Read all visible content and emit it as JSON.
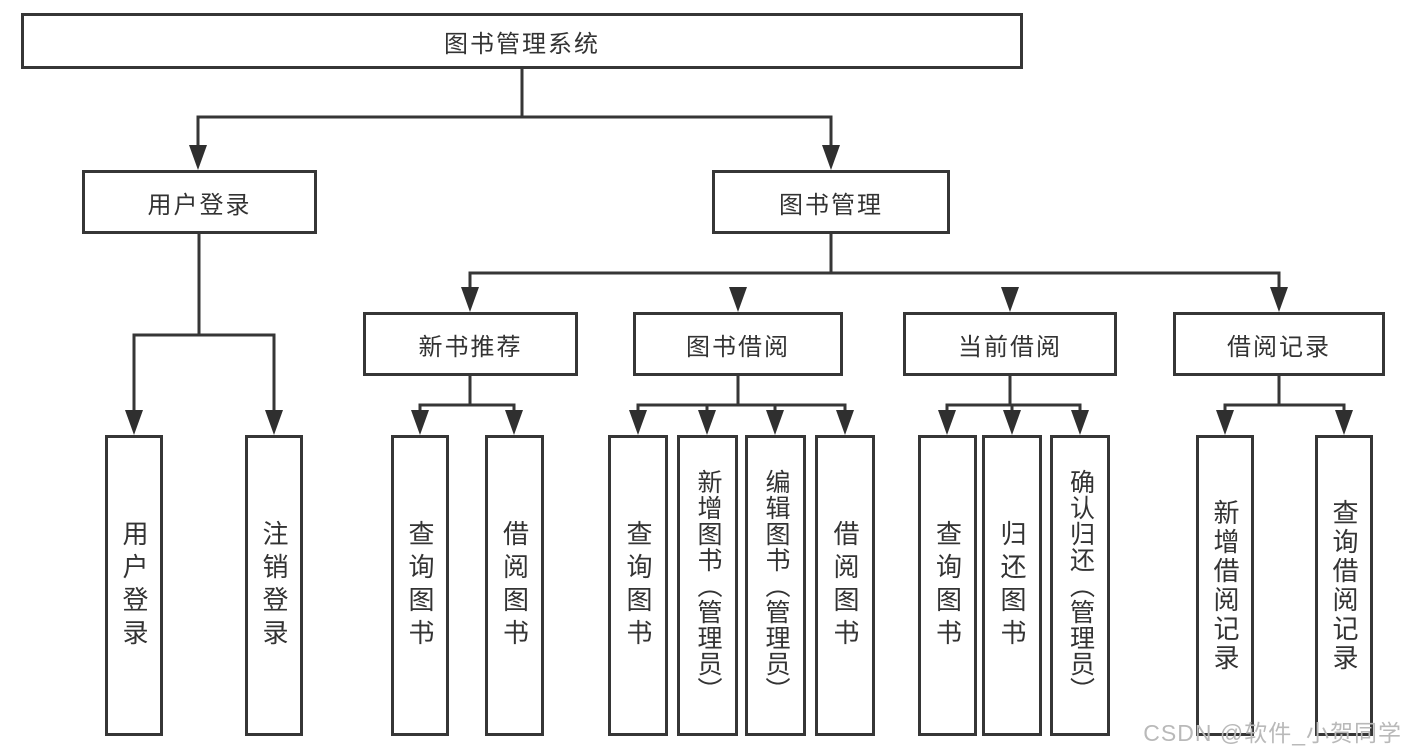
{
  "diagram": {
    "root": {
      "label": "图书管理系统"
    },
    "level2": [
      {
        "label": "用户登录"
      },
      {
        "label": "图书管理"
      }
    ],
    "level3": [
      {
        "label": "新书推荐"
      },
      {
        "label": "图书借阅"
      },
      {
        "label": "当前借阅"
      },
      {
        "label": "借阅记录"
      }
    ],
    "leaves": [
      {
        "label": "用户登录"
      },
      {
        "label": "注销登录"
      },
      {
        "label": "查询图书"
      },
      {
        "label": "借阅图书"
      },
      {
        "label": "查询图书"
      },
      {
        "label": "新增图书（管理员）"
      },
      {
        "label": "编辑图书（管理员）"
      },
      {
        "label": "借阅图书"
      },
      {
        "label": "查询图书"
      },
      {
        "label": "归还图书"
      },
      {
        "label": "确认归还（管理员）"
      },
      {
        "label": "新增借阅记录"
      },
      {
        "label": "查询借阅记录"
      }
    ]
  },
  "watermark": {
    "text": "CSDN @软件_小贺同学"
  },
  "colors": {
    "line": "#363636",
    "text": "#333333",
    "watermark": "#b9b9b9",
    "background": "#ffffff"
  }
}
